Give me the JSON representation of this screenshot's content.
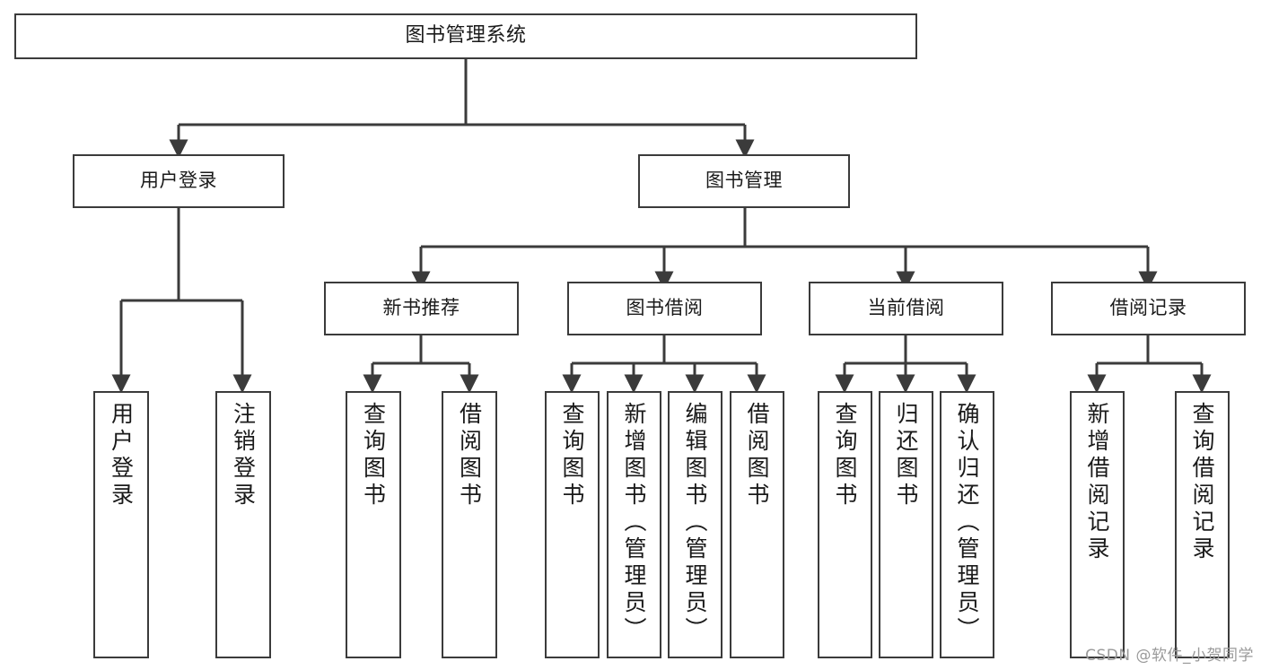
{
  "diagram": {
    "title": "图书管理系统",
    "type": "tree",
    "watermark": "CSDN @软件_小贺同学",
    "colors": {
      "background": "#ffffff",
      "box_fill": "#ffffff",
      "box_stroke": "#3b3b3b",
      "edge_stroke": "#3b3b3b",
      "text": "#1a1a1a",
      "watermark": "#9a9a9a"
    },
    "nodes": {
      "root": {
        "label": "图书管理系统"
      },
      "level2": [
        {
          "label": "用户登录"
        },
        {
          "label": "图书管理"
        }
      ],
      "level3": [
        {
          "label": "新书推荐"
        },
        {
          "label": "图书借阅"
        },
        {
          "label": "当前借阅"
        },
        {
          "label": "借阅记录"
        }
      ],
      "leaves": {
        "user_login": [
          {
            "label": "用户登录"
          },
          {
            "label": "注销登录"
          }
        ],
        "new_book_recommend": [
          {
            "label": "查询图书"
          },
          {
            "label": "借阅图书"
          }
        ],
        "book_borrow": [
          {
            "label": "查询图书"
          },
          {
            "label": "新增图书（管理员）"
          },
          {
            "label": "编辑图书（管理员）"
          },
          {
            "label": "借阅图书"
          }
        ],
        "current_borrow": [
          {
            "label": "查询图书"
          },
          {
            "label": "归还图书"
          },
          {
            "label": "确认归还（管理员）"
          }
        ],
        "borrow_record": [
          {
            "label": "新增借阅记录"
          },
          {
            "label": "查询借阅记录"
          }
        ]
      }
    }
  }
}
